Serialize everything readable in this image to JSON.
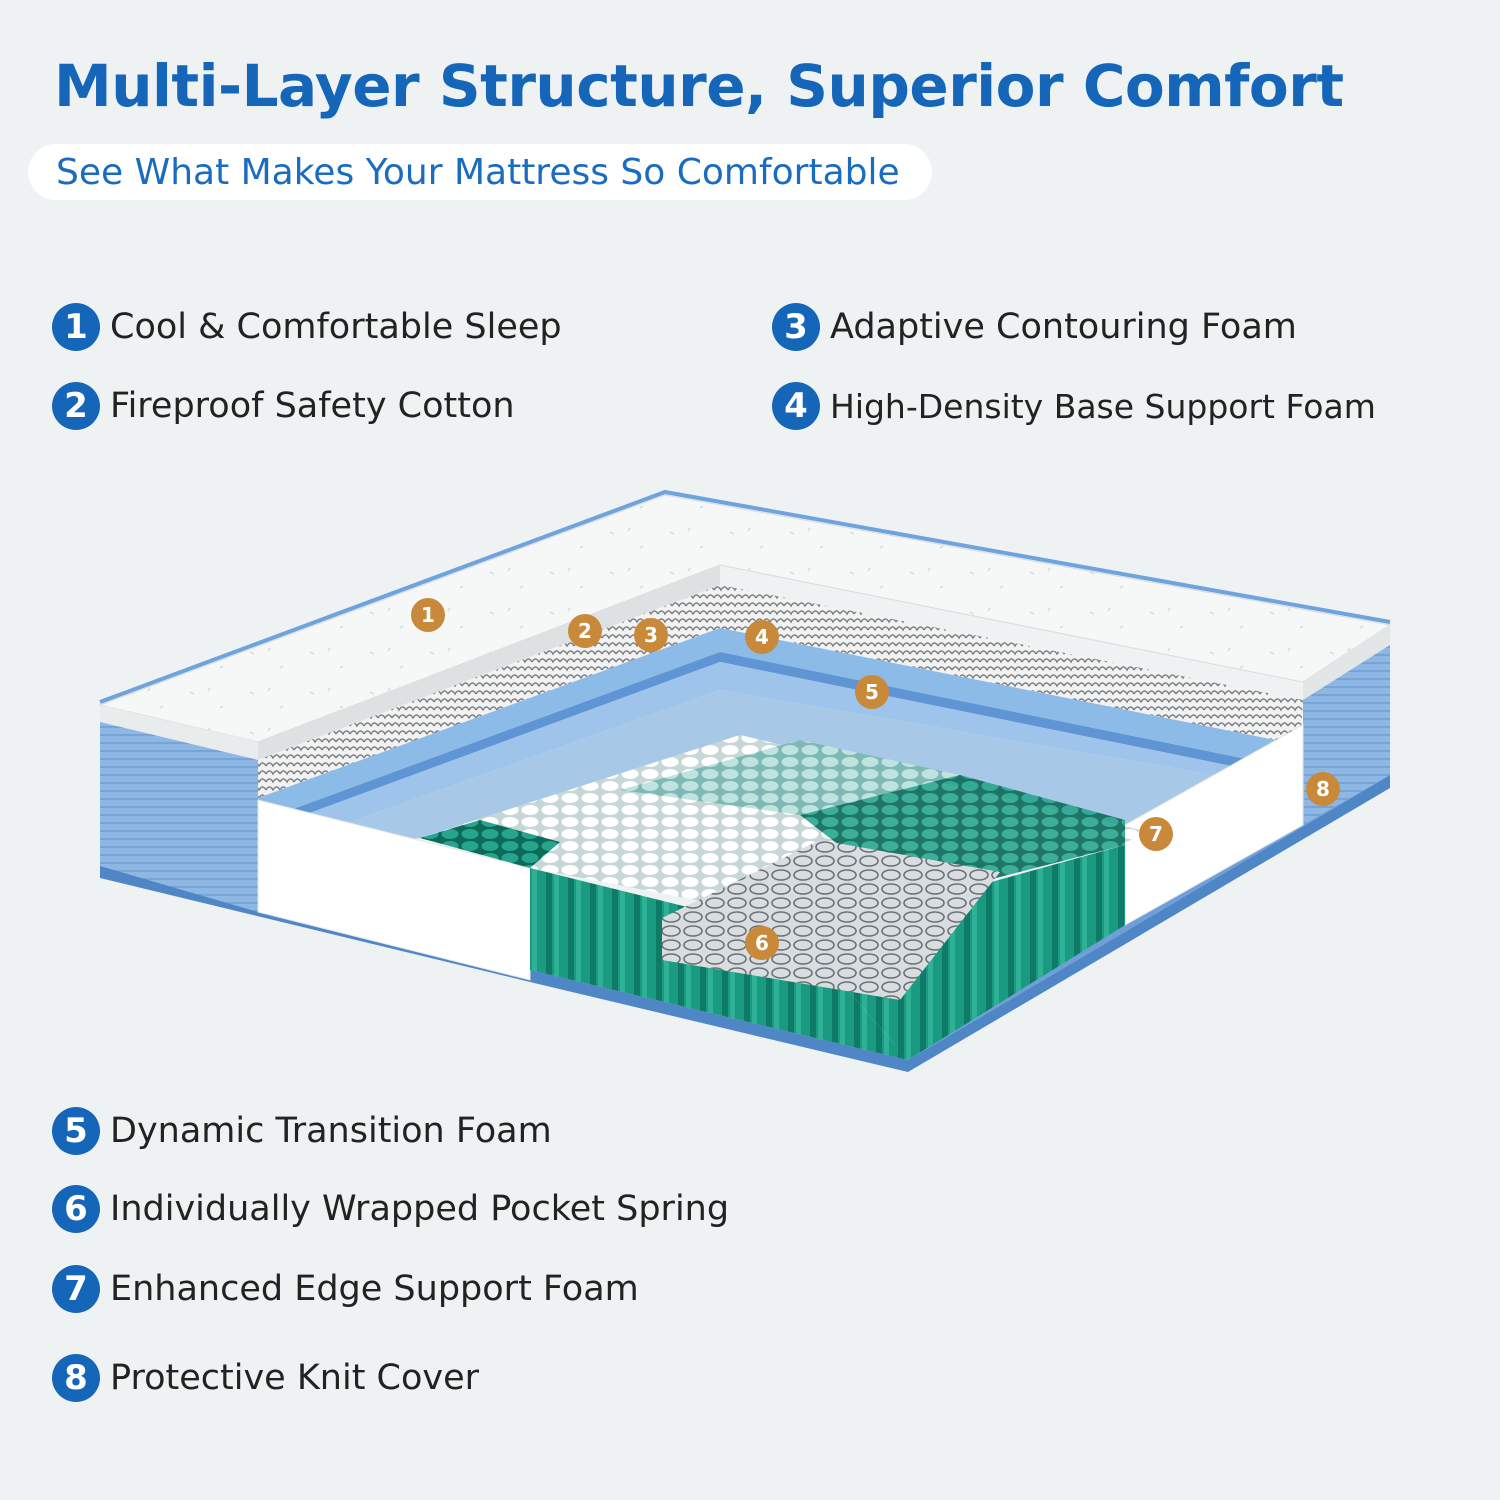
{
  "title": "Multi-Layer Structure, Superior Comfort",
  "subtitle": "See What Makes Your Mattress So Comfortable",
  "features": [
    {
      "number": "1",
      "label": "Cool & Comfortable Sleep"
    },
    {
      "number": "2",
      "label": "Fireproof Safety Cotton"
    },
    {
      "number": "3",
      "label": "Adaptive Contouring Foam"
    },
    {
      "number": "4",
      "label": "High-Density Base Support Foam"
    },
    {
      "number": "5",
      "label": "Dynamic Transition Foam"
    },
    {
      "number": "6",
      "label": "Individually Wrapped Pocket Spring"
    },
    {
      "number": "7",
      "label": "Enhanced Edge Support Foam"
    },
    {
      "number": "8",
      "label": "Protective Knit Cover"
    }
  ],
  "markers": [
    "1",
    "2",
    "3",
    "4",
    "5",
    "6",
    "7",
    "8"
  ],
  "colors": {
    "accent": "#1565b8",
    "marker": "#c8893a",
    "spring_green": "#15907a",
    "foam_blue": "#7fb0e2",
    "knit_white": "#f4f5f5",
    "background": "#eef2f3"
  }
}
